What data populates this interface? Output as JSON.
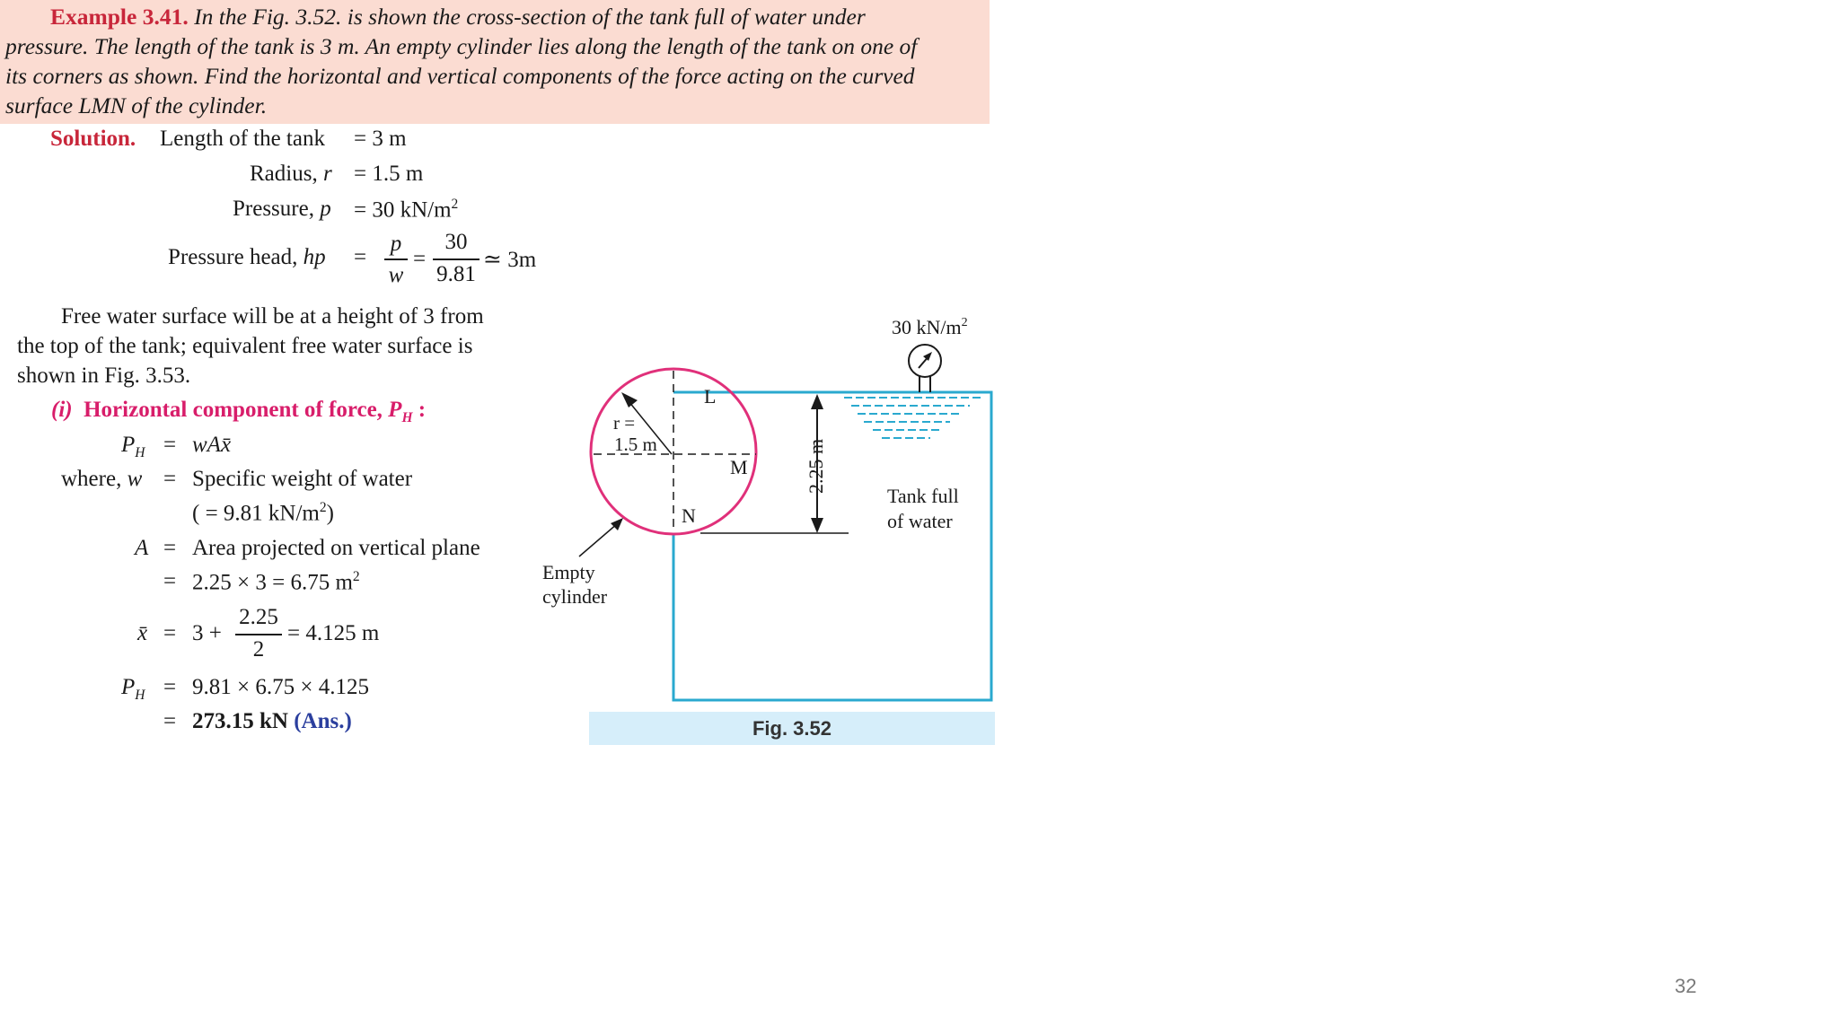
{
  "example": {
    "label": "Example 3.41.",
    "line1": " In the Fig. 3.52. is shown the cross-section of the tank full of water under",
    "line2": "pressure. The length of the tank is 3 m. An empty cylinder lies along the length of the tank on one of",
    "line3": "its corners as shown. Find the horizontal and vertical components of the force acting on the curved",
    "line4": "surface LMN of the cylinder."
  },
  "solution": {
    "label": "Solution.",
    "length_label": "Length of the tank",
    "length_value": "= 3 m",
    "radius_label": "Radius, ",
    "radius_symbol": "r",
    "radius_value": "= 1.5 m",
    "pressure_label": "Pressure, ",
    "pressure_symbol": "p",
    "pressure_value": "= 30 kN/m",
    "pressure_sup": "2",
    "head_label": "Pressure head, ",
    "head_symbol": "hp",
    "head_eq": "=",
    "head_num1": "p",
    "head_den1": "w",
    "head_mid_eq": "=",
    "head_num2": "30",
    "head_den2": "9.81",
    "head_result": "≃ 3m"
  },
  "paragraph": {
    "line1": "Free water surface will be at a height of 3 from",
    "line2": "the top of the tank; equivalent free water surface is",
    "line3": "shown in Fig. 3.53."
  },
  "horizontal": {
    "heading_num": "(i)",
    "heading_text": "Horizontal component of force, ",
    "heading_sym": "P",
    "heading_sub": "H",
    "heading_colon": ":",
    "ph_sym": "P",
    "ph_sub": "H",
    "ph_eq": "=",
    "ph_rhs": "wAx̄",
    "where_label": "where, ",
    "where_sym": "w",
    "where_eq": "=",
    "where_rhs": "Specific weight of water",
    "w_value": "( = 9.81 kN/m",
    "w_sup": "2",
    "w_close": ")",
    "a_sym": "A",
    "a_eq": "=",
    "a_rhs": "Area projected on vertical plane",
    "a_eq2": "=",
    "a_calc": "2.25 × 3 = 6.75 m",
    "a_sup": "2",
    "xbar_sym": "x̄",
    "xbar_eq": "=",
    "xbar_pre": "3 +",
    "xbar_num": "2.25",
    "xbar_den": "2",
    "xbar_post": "= 4.125 m",
    "ph2_sym": "P",
    "ph2_sub": "H",
    "ph2_eq": "=",
    "ph2_calc": "9.81 × 6.75 × 4.125",
    "result_eq": "=",
    "result_value": "273.15 kN",
    "result_ans": "(Ans.)"
  },
  "figure": {
    "pressure_label": "30 kN/m",
    "pressure_sup": "2",
    "L": "L",
    "M": "M",
    "N": "N",
    "r_label1": "r =",
    "r_label2": "1.5 m",
    "dim_label": "2.25 m",
    "tank_label1": "Tank full",
    "tank_label2": "of water",
    "cyl_label1": "Empty",
    "cyl_label2": "cylinder",
    "caption": "Fig. 3.52"
  },
  "page_number": "32",
  "colors": {
    "example_bg": "#fbdcd2",
    "heading_red": "#c8263a",
    "heading_pink": "#d81d6a",
    "tank_blue": "#2aa9cf",
    "cylinder_pink": "#e0307a",
    "caption_bg": "#d6eefa",
    "ans_blue": "#2b3f9e"
  }
}
